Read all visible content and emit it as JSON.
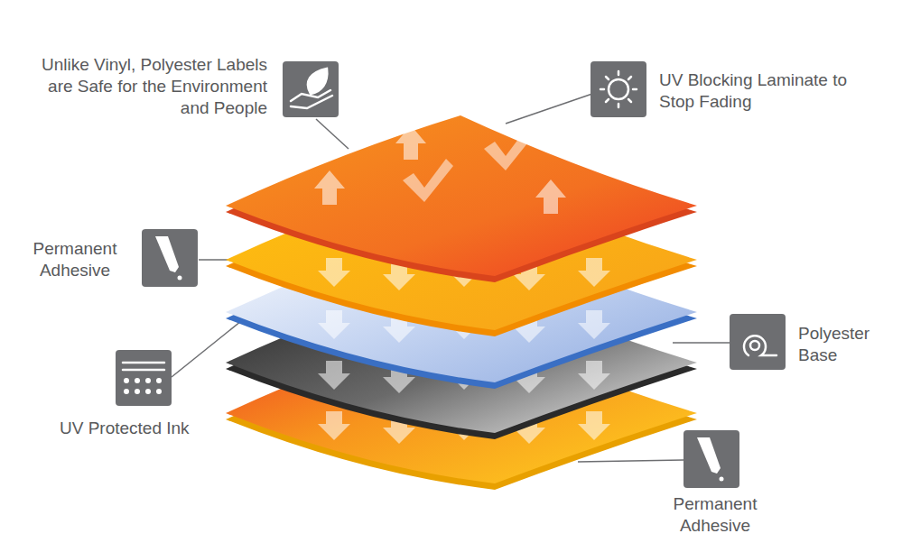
{
  "diagram": {
    "labels": [
      "Unlike Vinyl, Polyester Labels are Safe for the Environment and People",
      "UV Blocking Laminate to Stop Fading",
      "Permanent Adhesive",
      "Polyester Base",
      "UV Protected Ink",
      "Permanent Adhesive"
    ]
  }
}
